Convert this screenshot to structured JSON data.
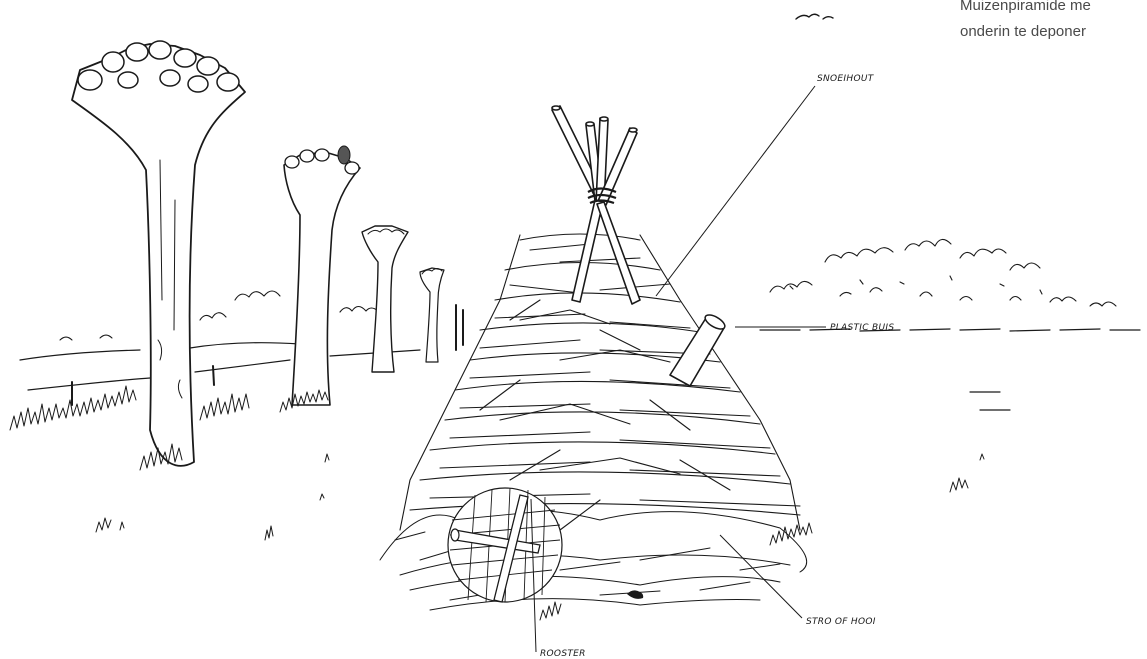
{
  "caption": {
    "line1": "Muizenpiramide me",
    "line2": "onderin te deponer"
  },
  "labels": {
    "snoeihout": "SNOEIHOUT",
    "plastic_buis": "PLASTIC BUIS",
    "stro_of_hooi": "STRO OF HOOI",
    "rooster": "ROOSTER"
  }
}
